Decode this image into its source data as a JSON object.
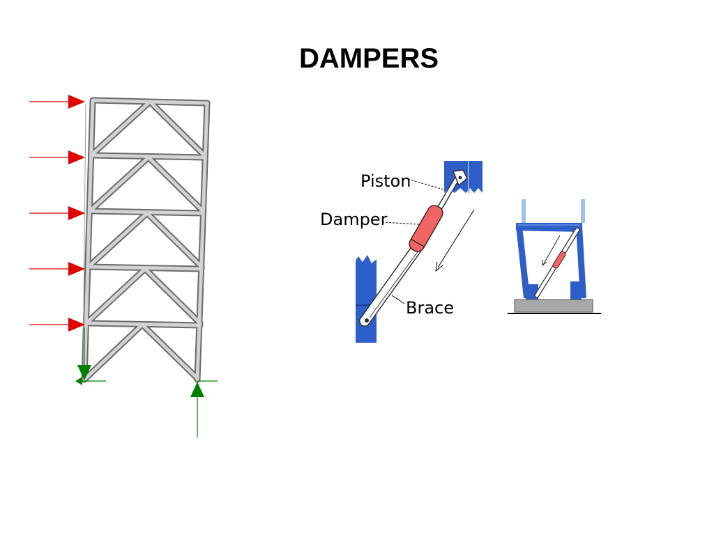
{
  "slide": {
    "title": "DAMPERS"
  },
  "damper_detail": {
    "labels": {
      "piston": "Piston",
      "damper": "Damper",
      "brace": "Brace"
    }
  },
  "colors": {
    "load_arrow": "#e00000",
    "reaction_arrow": "#008000",
    "frame_member": "#c8c8c8",
    "steel_section": "#2e5fc8",
    "damper_body": "#f06464",
    "foundation": "#a8a8a8"
  }
}
